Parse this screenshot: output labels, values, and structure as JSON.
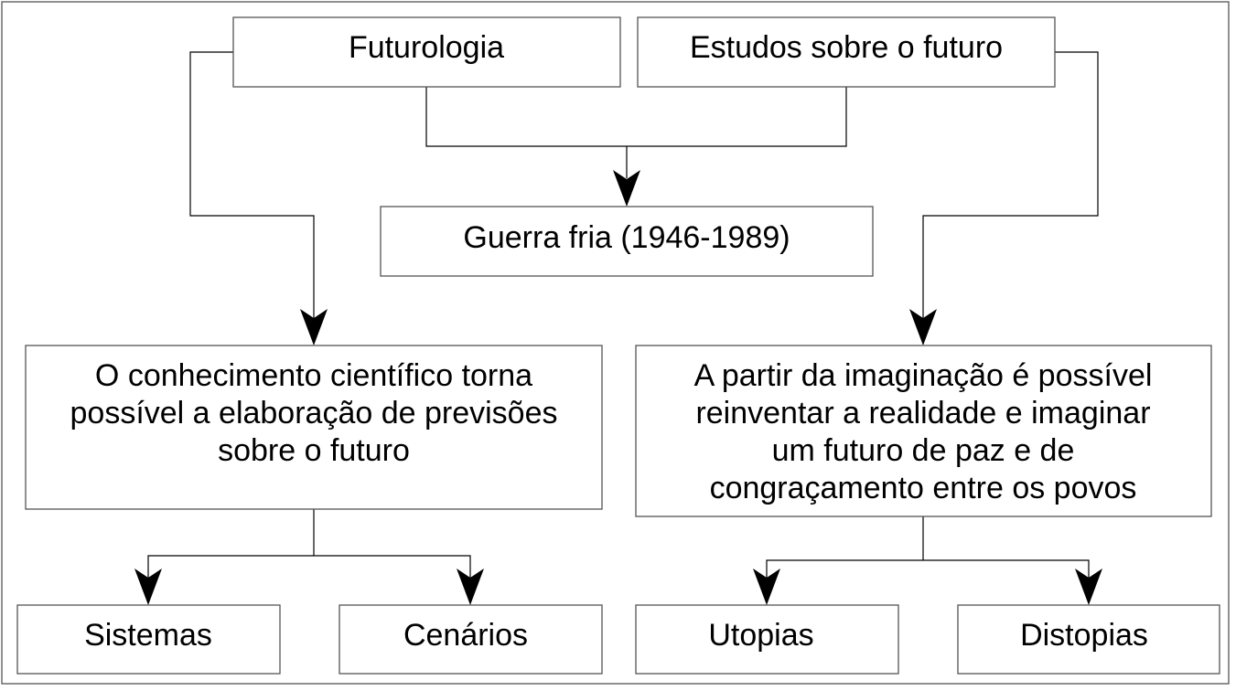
{
  "nodes": {
    "futurologia": "Futurologia",
    "estudos": "Estudos sobre o futuro",
    "guerra_fria": "Guerra fria (1946-1989)",
    "conhecimento": {
      "line1": "O conhecimento científico torna",
      "line2": "possível a elaboração de previsões",
      "line3": "sobre o futuro"
    },
    "imaginacao": {
      "line1": "A partir da imaginação é possível",
      "line2": "reinventar a realidade e imaginar",
      "line3": "um futuro de paz e de",
      "line4": "congraçamento entre os povos"
    },
    "sistemas": "Sistemas",
    "cenarios": "Cenários",
    "utopias": "Utopias",
    "distopias": "Distopias"
  }
}
